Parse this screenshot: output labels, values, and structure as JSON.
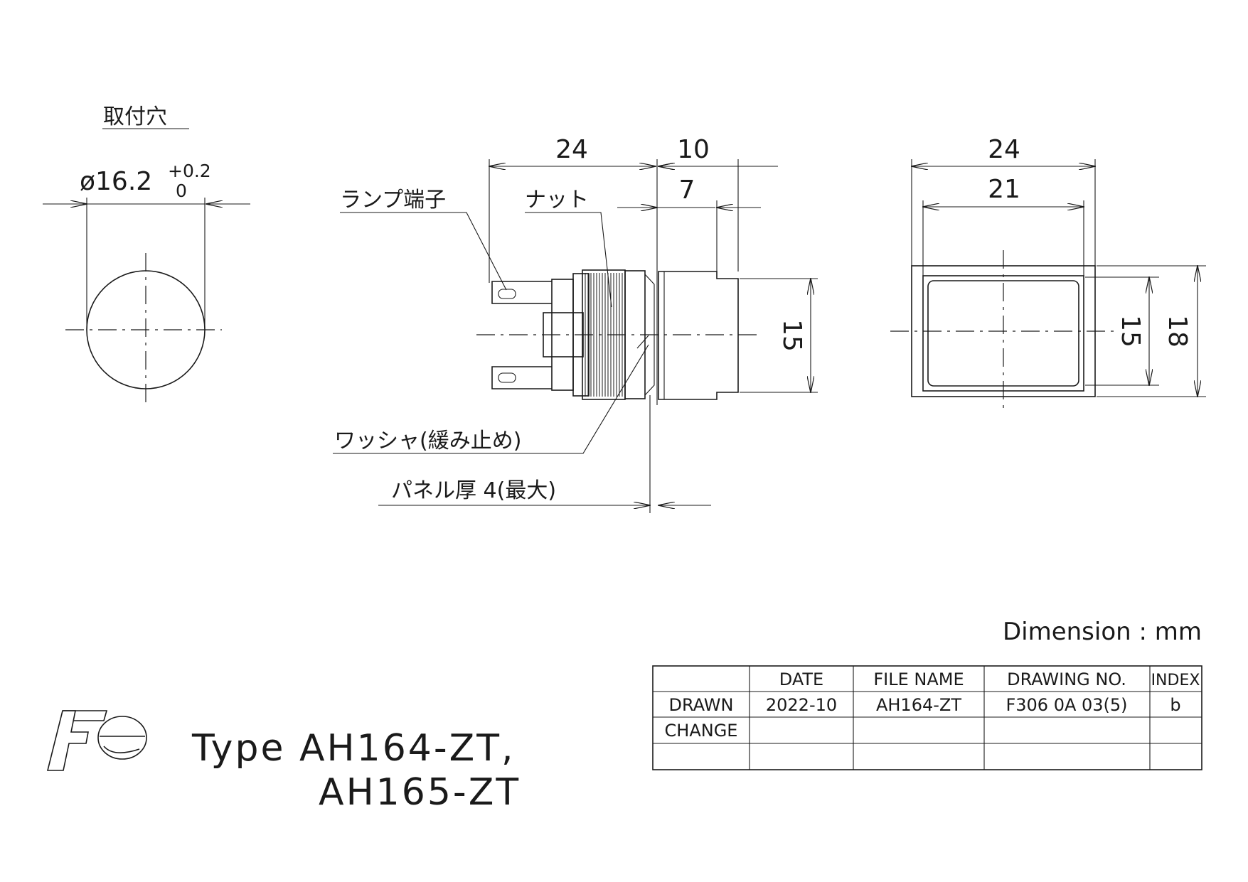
{
  "hole": {
    "title": "取付穴",
    "diameter": "ø16.2",
    "tol_upper": "+0.2",
    "tol_lower": "0"
  },
  "side_view": {
    "dims": {
      "overall": "24",
      "front": "10",
      "bezel": "7",
      "height": "15"
    },
    "labels": {
      "terminal": "ランプ端子",
      "nut": "ナット",
      "washer": "ワッシャ(緩み止め)",
      "panel": "パネル厚 4(最大)"
    }
  },
  "front_view": {
    "dims": {
      "outer_width": "24",
      "inner_width": "21",
      "inner_height": "15",
      "outer_height": "18"
    }
  },
  "dimension_unit": "Dimension : mm",
  "title_block": {
    "headers": [
      "",
      "DATE",
      "FILE NAME",
      "DRAWING NO.",
      "INDEX"
    ],
    "rows": [
      [
        "DRAWN",
        "2022-10",
        "AH164-ZT",
        "F306 0A 03(5)",
        "b"
      ],
      [
        "CHANGE",
        "",
        "",
        "",
        ""
      ],
      [
        "",
        "",
        "",
        "",
        ""
      ]
    ]
  },
  "type": {
    "line1": "Type AH164-ZT,",
    "line2": "AH165-ZT"
  },
  "logo": {
    "text": "Fe"
  }
}
